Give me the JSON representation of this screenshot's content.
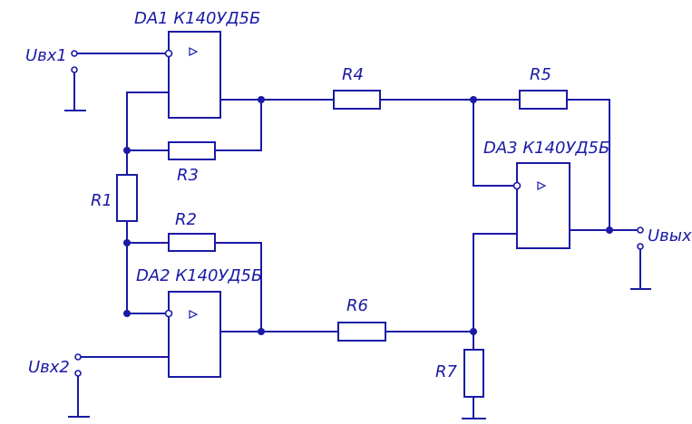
{
  "components": {
    "da1": {
      "label": "DA1 К140УД5Б"
    },
    "da2": {
      "label": "DA2 К140УД5Б"
    },
    "da3": {
      "label": "DA3 К140УД5Б"
    },
    "r1": {
      "label": "R1"
    },
    "r2": {
      "label": "R2"
    },
    "r3": {
      "label": "R3"
    },
    "r4": {
      "label": "R4"
    },
    "r5": {
      "label": "R5"
    },
    "r6": {
      "label": "R6"
    },
    "r7": {
      "label": "R7"
    }
  },
  "terminals": {
    "in1": "Uвх1",
    "in2": "Uвх2",
    "out": "Uвых"
  },
  "colors": {
    "line": "#1a1aa6",
    "background": "#ffffff"
  }
}
